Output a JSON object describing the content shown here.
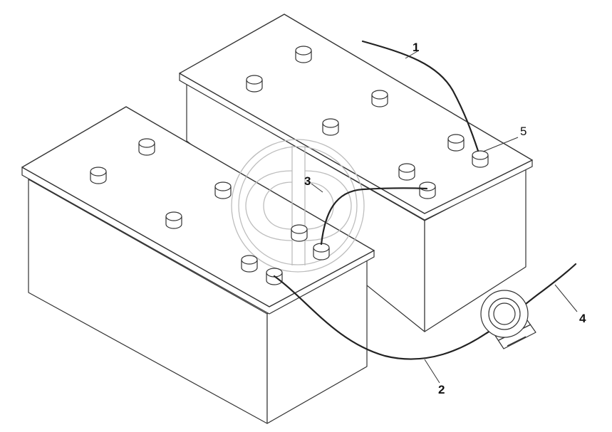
{
  "diagram": {
    "callouts": [
      {
        "id": "1",
        "label": "1",
        "weight": "bold"
      },
      {
        "id": "2",
        "label": "2",
        "weight": "bold"
      },
      {
        "id": "3",
        "label": "3",
        "weight": "bold"
      },
      {
        "id": "4",
        "label": "4",
        "weight": "bold"
      },
      {
        "id": "5",
        "label": "5",
        "weight": "normal"
      }
    ]
  }
}
